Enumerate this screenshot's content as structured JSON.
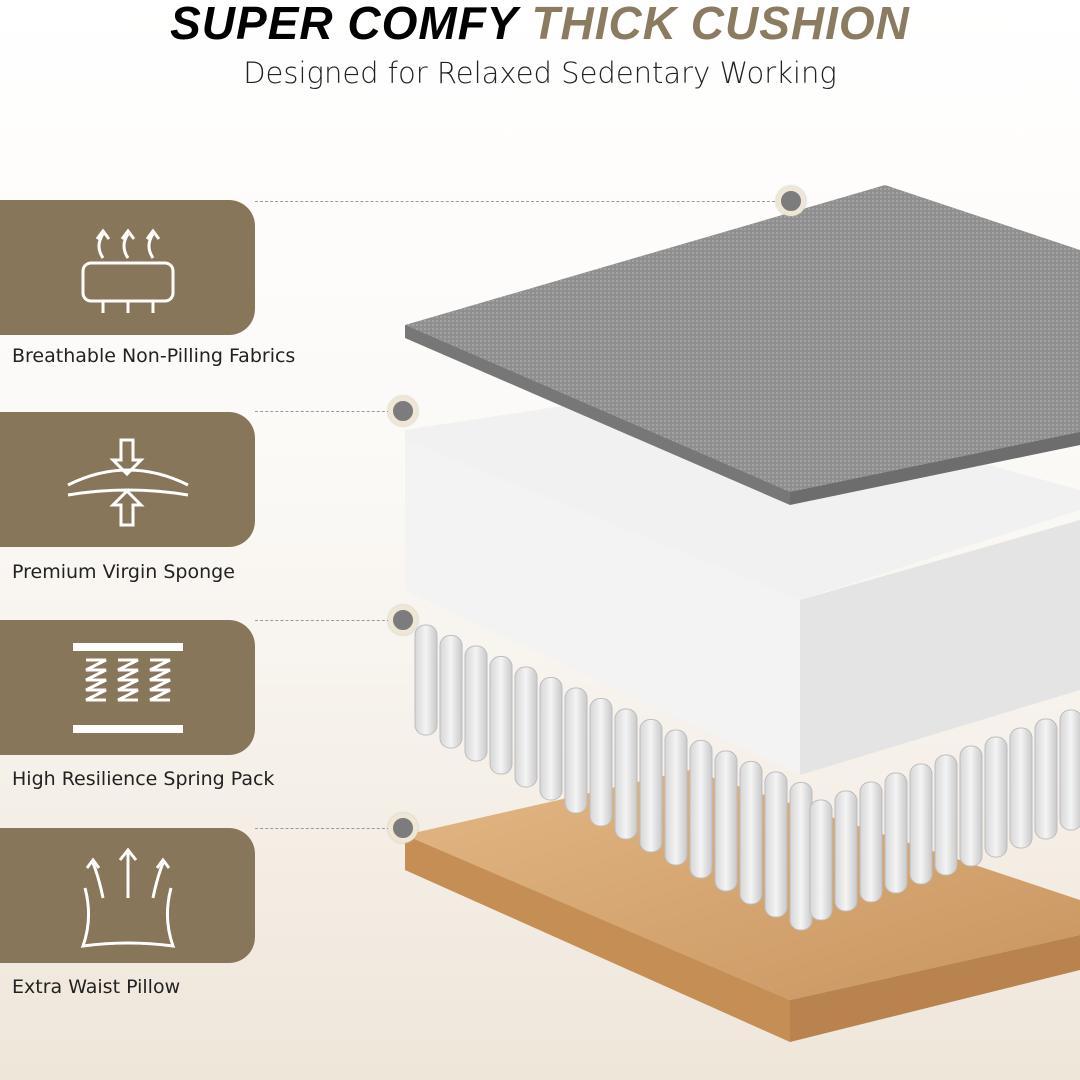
{
  "header": {
    "title_part1": "SUPER COMFY",
    "title_part2": "THICK CUSHION",
    "subtitle": "Designed for Relaxed Sedentary Working"
  },
  "features": [
    {
      "label": "Breathable Non-Pilling Fabrics",
      "icon": "breathable-fabric-icon"
    },
    {
      "label": "Premium Virgin Sponge",
      "icon": "compression-sponge-icon"
    },
    {
      "label": "High Resilience Spring Pack",
      "icon": "spring-pack-icon"
    },
    {
      "label": "Extra Waist Pillow",
      "icon": "pillow-icon"
    }
  ],
  "colors": {
    "accent": "#877659",
    "background_bottom": "#efe6da"
  }
}
